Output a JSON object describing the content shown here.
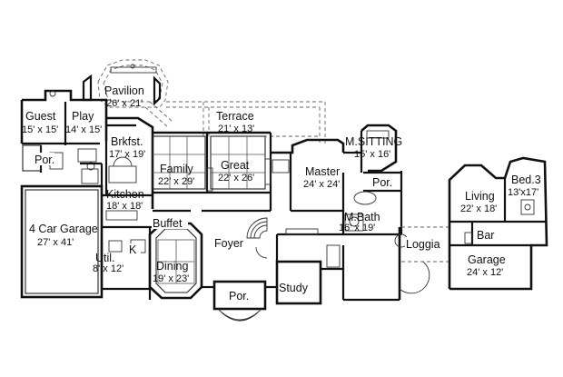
{
  "rooms": [
    {
      "key": "pavilion",
      "name": "Pavilion",
      "size": "26' x 21'"
    },
    {
      "key": "guest",
      "name": "Guest",
      "size": "15' x 15'"
    },
    {
      "key": "play",
      "name": "Play",
      "size": "14' x 15'"
    },
    {
      "key": "terrace",
      "name": "Terrace",
      "size": "21' x 13'"
    },
    {
      "key": "brkfst",
      "name": "Brkfst.",
      "size": "17' x 19'"
    },
    {
      "key": "family",
      "name": "Family",
      "size": "22' x 29'"
    },
    {
      "key": "great",
      "name": "Great",
      "size": "22' x 26'"
    },
    {
      "key": "msitting",
      "name": "M.SITTING",
      "size": "15' x 16'"
    },
    {
      "key": "master",
      "name": "Master",
      "size": "24' x 24'"
    },
    {
      "key": "kitchen",
      "name": "Kitchen",
      "size": "18' x 18'"
    },
    {
      "key": "garage4",
      "name": "4 Car Garage",
      "size": "27' x 41'"
    },
    {
      "key": "mbath",
      "name": "M.Bath",
      "size": "16' x 19'"
    },
    {
      "key": "living",
      "name": "Living",
      "size": "22' x 18'"
    },
    {
      "key": "bed3",
      "name": "Bed.3",
      "size": "13'x17'"
    },
    {
      "key": "util",
      "name": "Util.",
      "size": "8' x 12'"
    },
    {
      "key": "dining",
      "name": "Dining",
      "size": "19' x 23'"
    },
    {
      "key": "garage",
      "name": "Garage",
      "size": "24' x 12'"
    }
  ],
  "labels": {
    "por_left": "Por.",
    "por_master": "Por.",
    "por_front": "Por.",
    "buffet": "Buffet",
    "foyer": "Foyer",
    "loggia": "Loggia",
    "study": "Study",
    "bar": "Bar",
    "k": "K"
  }
}
